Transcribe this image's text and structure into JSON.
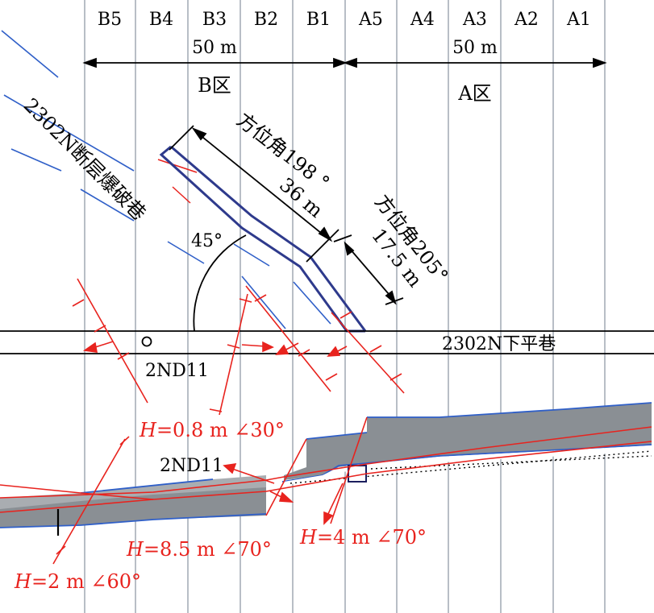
{
  "zones": {
    "columns_left": [
      "B5",
      "B4",
      "B3",
      "B2",
      "B1"
    ],
    "columns_right": [
      "A5",
      "A4",
      "A3",
      "A2",
      "A1"
    ],
    "b_width": "50 m",
    "a_width": "50 m",
    "b_label": "B区",
    "a_label": "A区"
  },
  "roadway": {
    "fault_roadway_label": "2302N断层爆破巷",
    "lower_roadway_label": "2302N下平巷",
    "segment_length_1": "36 m",
    "segment_length_2": "17.5 m",
    "azimuth_1": "方位角198 °",
    "azimuth_2": "方位角205°",
    "angle": "45°"
  },
  "plan_fault": {
    "label": "2ND11"
  },
  "section": {
    "fault_label": "2ND11",
    "fault_1": {
      "h_symbol": "H",
      "h_text": "=2 m ∠60°"
    },
    "fault_2": {
      "h_symbol": "H",
      "h_text": "=0.8 m ∠30°"
    },
    "fault_3": {
      "h_symbol": "H",
      "h_text": "=8.5 m ∠70°"
    },
    "fault_4": {
      "h_symbol": "H",
      "h_text": "=4 m ∠70°"
    }
  },
  "colors": {
    "grid": "#9aa3ad",
    "roadway_outline": "#2e3a8c",
    "fault_red": "#e8231e",
    "blue": "#2f5fc8",
    "coal_gray": "#8a8f94",
    "coal_light": "#a9adb1"
  }
}
